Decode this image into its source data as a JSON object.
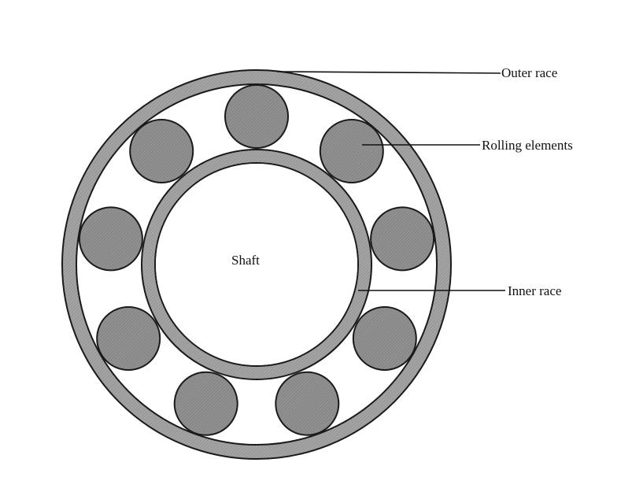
{
  "labels": {
    "outer_race": "Outer race",
    "rolling_elements": "Rolling elements",
    "inner_race": "Inner race",
    "shaft": "Shaft"
  },
  "components": {
    "rolling_element_count": 9
  },
  "colors": {
    "race_fill": "#a3a3a3",
    "ball_fill": "#8f8f8f",
    "outline": "#1a1a1a",
    "background": "#ffffff"
  }
}
